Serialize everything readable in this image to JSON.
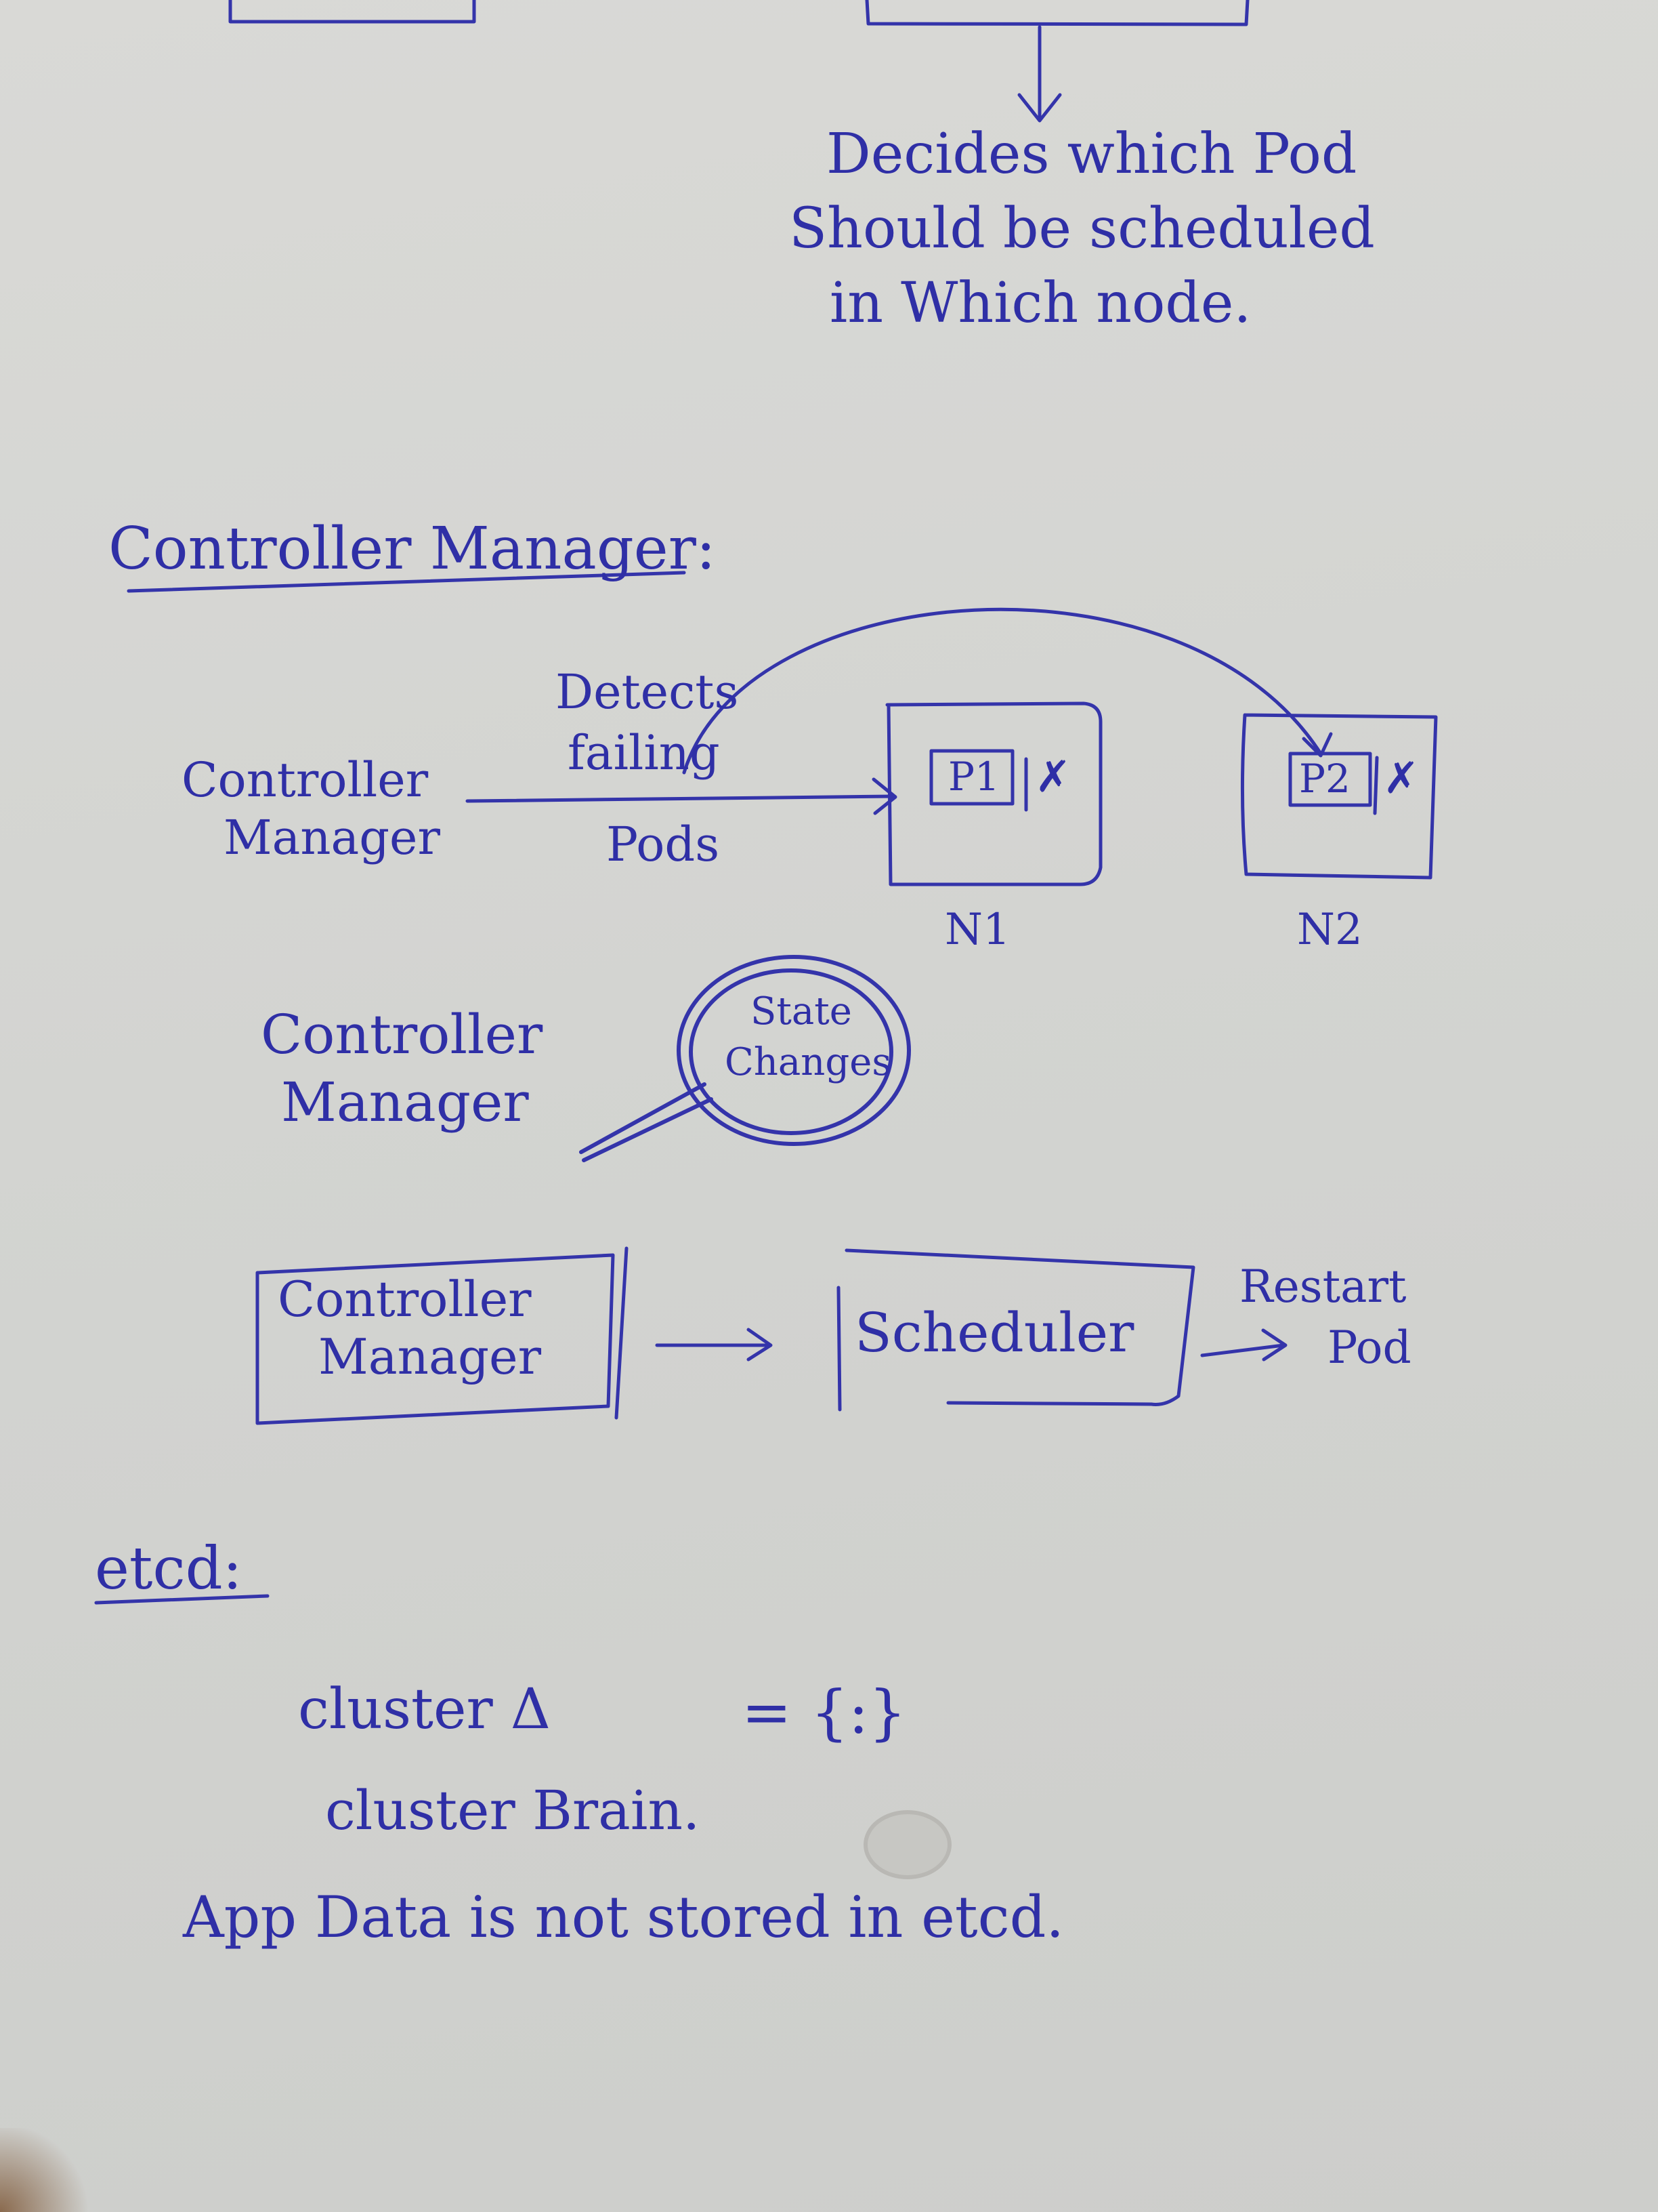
{
  "scheduler_note": {
    "lines": [
      "Decides which Pod",
      "Should be scheduled",
      "in Which node."
    ]
  },
  "controller_section": {
    "heading": "Controller Manager:",
    "diagram1": {
      "source_label": [
        "Controller",
        "Manager"
      ],
      "arrow_label": [
        "Detects",
        "failing",
        "Pods"
      ],
      "nodes": [
        {
          "name": "N1",
          "pod": "P1",
          "mark": "✗"
        },
        {
          "name": "N2",
          "pod": "P2",
          "mark": "✗"
        }
      ]
    },
    "diagram2": {
      "label": [
        "Controller",
        "Manager"
      ],
      "lens_text": [
        "State",
        "Changes"
      ]
    },
    "diagram3": {
      "box1": [
        "Controller",
        "Manager"
      ],
      "box2": "Scheduler",
      "result": [
        "Restart",
        "Pod"
      ]
    }
  },
  "etcd_section": {
    "heading": "etcd:",
    "line1_left": "cluster Δ",
    "line1_right": "= {:}",
    "line2": "cluster Brain.",
    "line3": "App Data is not stored in etcd."
  },
  "colors": {
    "ink": "#2f2fa6",
    "paper": "#d5d6d3"
  }
}
